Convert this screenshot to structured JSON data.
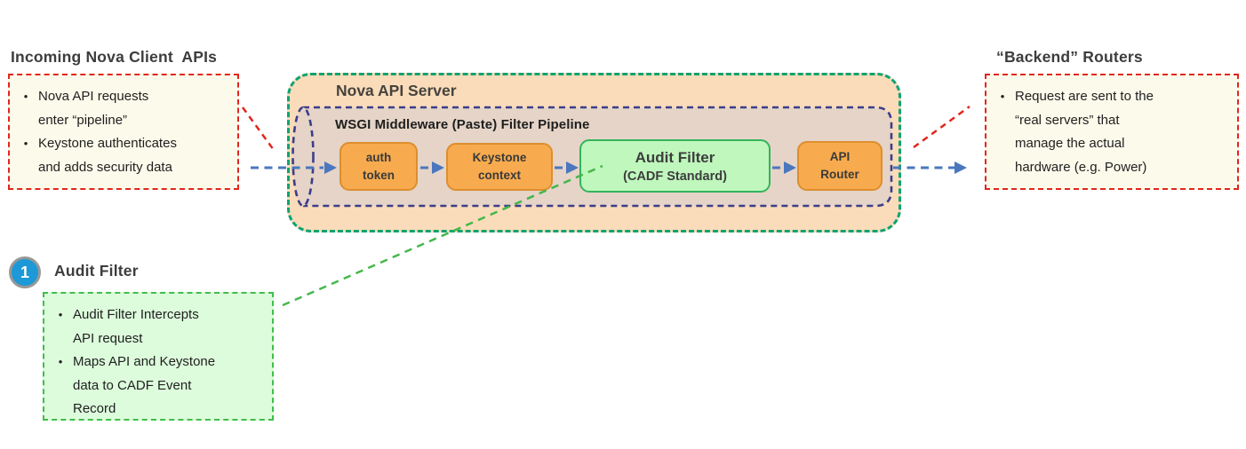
{
  "bullet_char": "•",
  "colors": {
    "callout_fill": "#fcfaeb",
    "callout_border_red": "#e2261c",
    "note_fill": "#ddfcdc",
    "note_border_green": "#3fbe4b",
    "server_fill": "#fadcba",
    "server_border_teal": "#0fa372",
    "pipeline_fill": "#e5d4c7",
    "pipeline_border_navy": "#3d3d8a",
    "stage_orange_fill": "#f8ab4e",
    "stage_orange_border": "#dd8e2e",
    "stage_green_fill": "#bff7bd",
    "stage_green_border": "#34b45c",
    "arrow_blue": "#4a77be",
    "connector_green": "#45b74a",
    "badge_blue": "#1c99d6"
  },
  "incoming": {
    "title": "Incoming Nova Client  APIs",
    "bullets": [
      {
        "lines": [
          "Nova API requests",
          "enter “pipeline”"
        ]
      },
      {
        "lines": [
          "Keystone authenticates",
          "and adds security data"
        ]
      }
    ]
  },
  "backend": {
    "title": "“Backend” Routers",
    "bullets": [
      {
        "lines": [
          "Request are sent to the",
          "“real servers” that",
          "manage the actual",
          "hardware (e.g. Power)"
        ]
      }
    ]
  },
  "server": {
    "title": "Nova API Server",
    "pipeline_label": "WSGI Middleware (Paste) Filter Pipeline",
    "stages": [
      {
        "lines": [
          "auth",
          "token"
        ]
      },
      {
        "lines": [
          "Keystone",
          "context"
        ]
      },
      {
        "lines": [
          "Audit Filter",
          "(CADF Standard)"
        ]
      },
      {
        "lines": [
          "API",
          "Router"
        ]
      }
    ]
  },
  "note": {
    "badge": "1",
    "title": "Audit Filter",
    "bullets": [
      {
        "lines": [
          "Audit Filter Intercepts",
          "API request"
        ]
      },
      {
        "lines": [
          "Maps API and Keystone",
          "data to CADF Event",
          "Record"
        ]
      }
    ]
  }
}
